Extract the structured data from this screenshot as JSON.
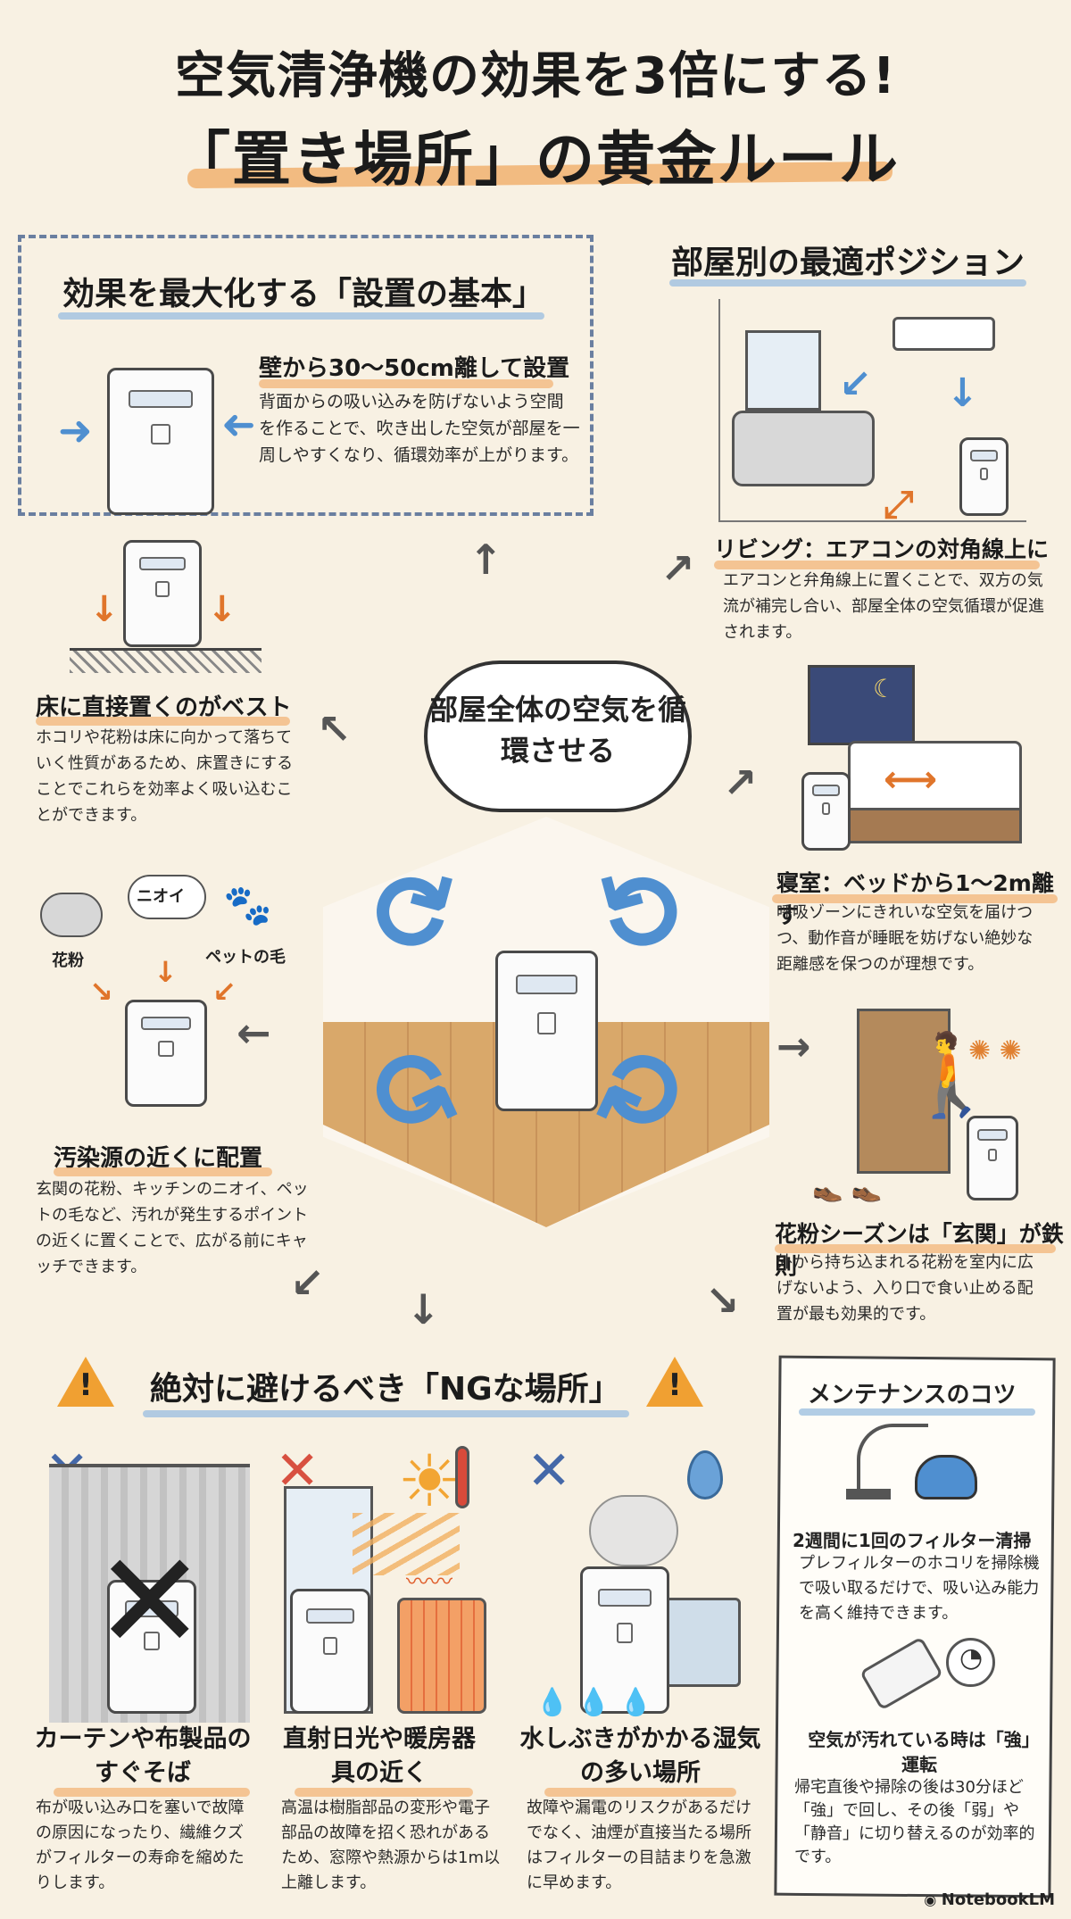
{
  "title": {
    "line1": "空気清浄機の効果を3倍にする!",
    "line2": "「置き場所」の黄金ルール"
  },
  "basics": {
    "title": "効果を最大化する「設置の基本」",
    "wall": {
      "heading": "壁から30～50cm離して設置",
      "body": "背面からの吸い込みを防げないよう空間を作ることで、吹き出した空気が部屋を一周しやすくなり、循環効率が上がります。"
    },
    "floor": {
      "heading": "床に直接置くのがベスト",
      "body": "ホコリや花粉は床に向かって落ちていく性質があるため、床置きにすることでこれらを効率よく吸い込むことができます。"
    },
    "source": {
      "labels": [
        "ニオイ",
        "花粉",
        "ペットの毛"
      ],
      "heading": "汚染源の近くに配置",
      "body": "玄関の花粉、キッチンのニオイ、ペットの毛など、汚れが発生するポイントの近くに置くことで、広がる前にキャッチできます。"
    }
  },
  "center": {
    "cloud": "部屋全体の空気を循環させる"
  },
  "rooms": {
    "title": "部屋別の最適ポジション",
    "living": {
      "heading": "リビング：エアコンの対角線上に",
      "body": "エアコンと弁角線上に置くことで、双方の気流が補完し合い、部屋全体の空気循環が促進されます。"
    },
    "bedroom": {
      "heading": "寝室：ベッドから1～2m離す",
      "body": "呼吸ゾーンにきれいな空気を届けつつ、動作音が睡眠を妨げない絶妙な距離感を保つのが理想です。"
    },
    "entrance": {
      "heading": "花粉シーズンは「玄関」が鉄則",
      "body": "外から持ち込まれる花粉を室内に広げないよう、入り口で食い止める配置が最も効果的です。"
    }
  },
  "ng": {
    "title": "絶対に避けるべき「NGな場所」",
    "items": [
      {
        "heading": "カーテンや布製品のすぐそば",
        "body": "布が吸い込み口を塞いで故障の原因になったり、繊維クズがフィルターの寿命を縮めたりします。"
      },
      {
        "heading": "直射日光や暖房器具の近く",
        "body": "高温は樹脂部品の変形や電子部品の故障を招く恐れがあるため、窓際や熱源からは1m以上離します。"
      },
      {
        "heading": "水しぶきがかかる湿気の多い場所",
        "body": "故障や漏電のリスクがあるだけでなく、油煙が直接当たる場所はフィルターの目詰まりを急激に早めます。"
      }
    ]
  },
  "maintenance": {
    "title": "メンテナンスのコツ",
    "filter": {
      "heading": "2週間に1回のフィルター清掃",
      "body": "プレフィルターのホコリを掃除機で吸い取るだけで、吸い込み能力を高く維持できます。"
    },
    "strong": {
      "heading": "空気が汚れている時は「強」運転",
      "body": "帰宅直後や掃除の後は30分ほど「強」で回し、その後「弱」や「静音」に切り替えるのが効率的です。"
    }
  },
  "logo": "NotebookLM"
}
